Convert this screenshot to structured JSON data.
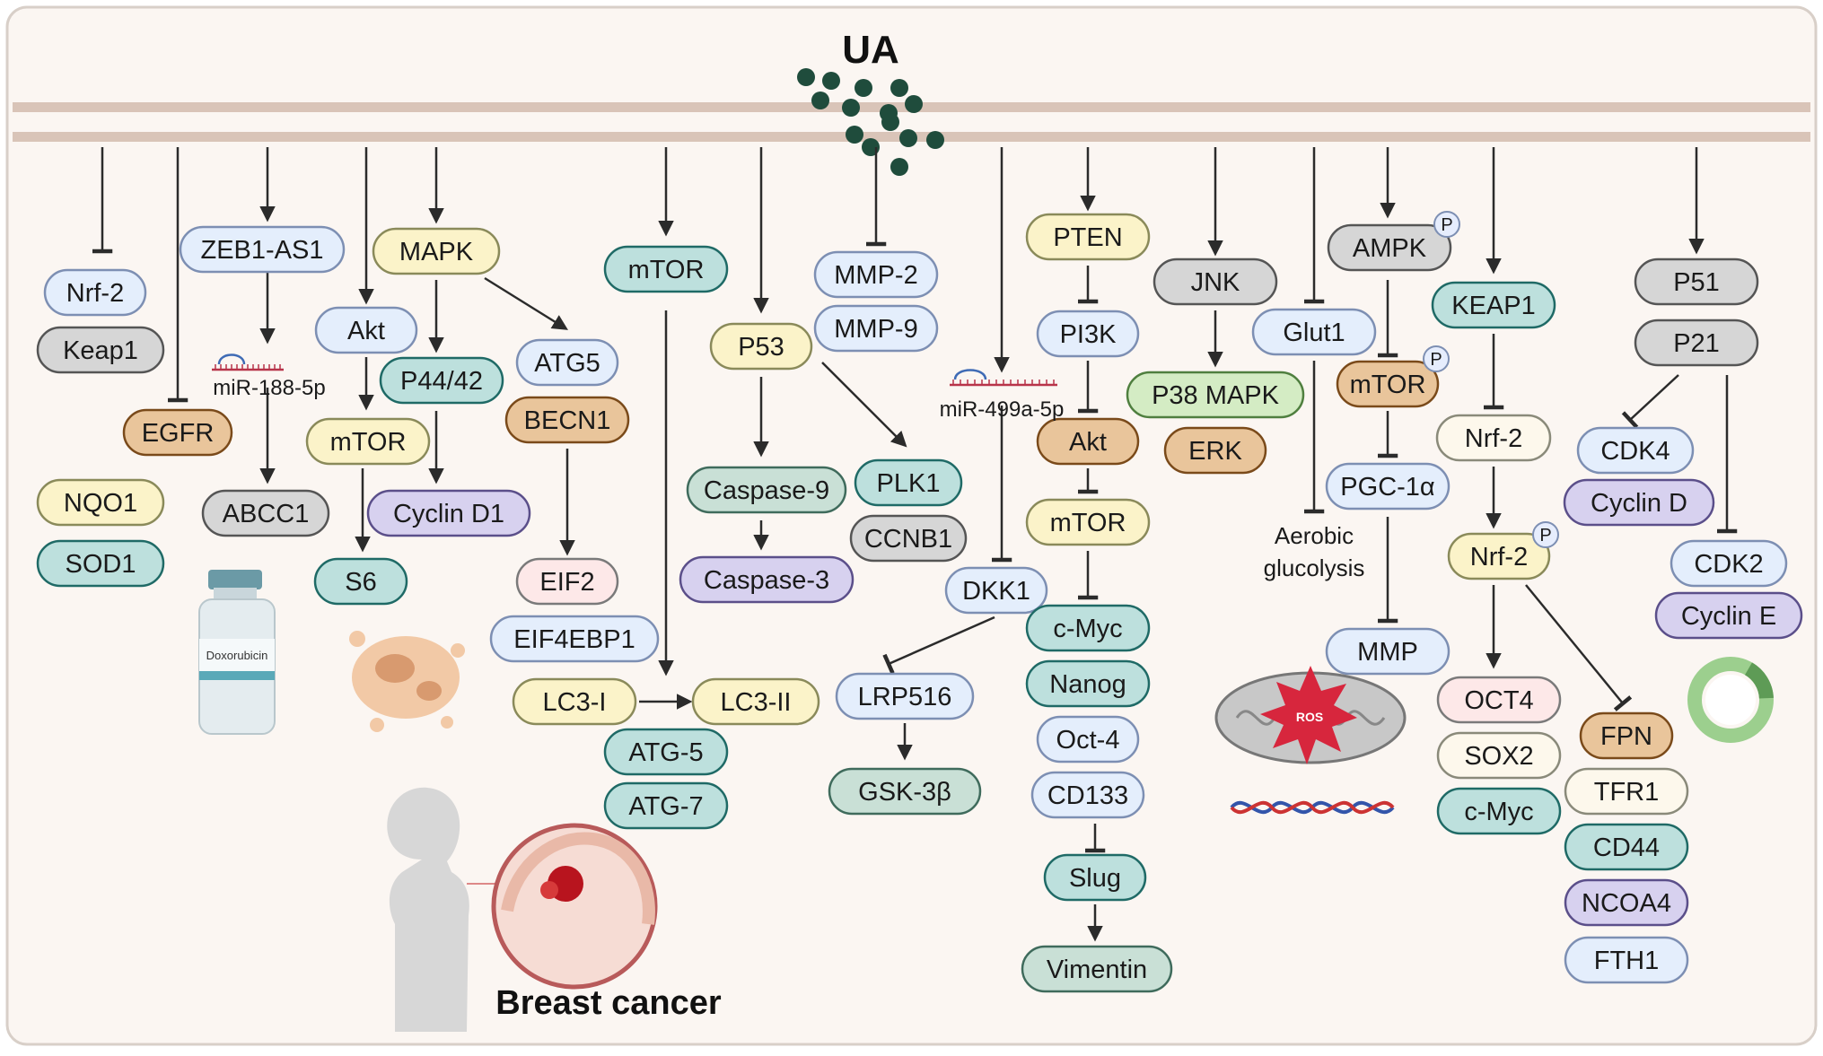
{
  "title": "UA",
  "footer_label": "Breast cancer",
  "drug_label": "Doxorubicin",
  "ros_label": "ROS",
  "colors": {
    "panel_bg": "#fbf6f2",
    "membrane": "#d9c4b8",
    "ua_dot": "#1f4c3c",
    "line": "#2b2b2b",
    "pink": "#fde8e8",
    "blue": "#e4eefc",
    "yellow": "#fbf3c9",
    "teal": "#bde0dd",
    "gray": "#d6d6d6",
    "purple": "#d7d1ef",
    "orange": "#e9c59b",
    "green": "#d4ecc4",
    "sage": "#c9e0d6",
    "white": "#fdf8ec",
    "phos": "#e6edfd"
  },
  "nodes": [
    {
      "id": "nrf2a",
      "label": "Nrf-2",
      "style": "blue"
    },
    {
      "id": "keap1a",
      "label": "Keap1",
      "style": "gray"
    },
    {
      "id": "nqo1",
      "label": "NQO1",
      "style": "yellow"
    },
    {
      "id": "sod1",
      "label": "SOD1",
      "style": "teal"
    },
    {
      "id": "egfr",
      "label": "EGFR",
      "style": "orange"
    },
    {
      "id": "zeb1",
      "label": "ZEB1-AS1",
      "style": "blue"
    },
    {
      "id": "abcc1",
      "label": "ABCC1",
      "style": "gray"
    },
    {
      "id": "akt1",
      "label": "Akt",
      "style": "blue"
    },
    {
      "id": "mtor1",
      "label": "mTOR",
      "style": "yellow"
    },
    {
      "id": "s6",
      "label": "S6",
      "style": "teal"
    },
    {
      "id": "mapk",
      "label": "MAPK",
      "style": "yellow"
    },
    {
      "id": "p4442",
      "label": "P44/42",
      "style": "teal"
    },
    {
      "id": "cyclind1",
      "label": "Cyclin D1",
      "style": "purple"
    },
    {
      "id": "atg5a",
      "label": "ATG5",
      "style": "blue"
    },
    {
      "id": "becn1",
      "label": "BECN1",
      "style": "orange"
    },
    {
      "id": "eif2",
      "label": "EIF2",
      "style": "pink"
    },
    {
      "id": "eif4ebp1",
      "label": "EIF4EBP1",
      "style": "blue"
    },
    {
      "id": "lc3i",
      "label": "LC3-I",
      "style": "yellow"
    },
    {
      "id": "lc3ii",
      "label": "LC3-II",
      "style": "yellow"
    },
    {
      "id": "atg5b",
      "label": "ATG-5",
      "style": "teal"
    },
    {
      "id": "atg7",
      "label": "ATG-7",
      "style": "teal"
    },
    {
      "id": "mtor2",
      "label": "mTOR",
      "style": "teal"
    },
    {
      "id": "p53",
      "label": "P53",
      "style": "yellow"
    },
    {
      "id": "casp9",
      "label": "Caspase-9",
      "style": "sage"
    },
    {
      "id": "casp3",
      "label": "Caspase-3",
      "style": "purple"
    },
    {
      "id": "plk1",
      "label": "PLK1",
      "style": "teal"
    },
    {
      "id": "ccnb1",
      "label": "CCNB1",
      "style": "gray"
    },
    {
      "id": "mmp2",
      "label": "MMP-2",
      "style": "blue"
    },
    {
      "id": "mmp9",
      "label": "MMP-9",
      "style": "blue"
    },
    {
      "id": "dkk1",
      "label": "DKK1",
      "style": "blue"
    },
    {
      "id": "lrp516",
      "label": "LRP516",
      "style": "blue"
    },
    {
      "id": "gsk3b",
      "label": "GSK-3β",
      "style": "sage"
    },
    {
      "id": "pten",
      "label": "PTEN",
      "style": "yellow"
    },
    {
      "id": "pi3k",
      "label": "PI3K",
      "style": "blue"
    },
    {
      "id": "akt2",
      "label": "Akt",
      "style": "orange"
    },
    {
      "id": "mtor3",
      "label": "mTOR",
      "style": "yellow"
    },
    {
      "id": "cmyc1",
      "label": "c-Myc",
      "style": "teal"
    },
    {
      "id": "nanog",
      "label": "Nanog",
      "style": "teal"
    },
    {
      "id": "oct4a",
      "label": "Oct-4",
      "style": "blue"
    },
    {
      "id": "cd133",
      "label": "CD133",
      "style": "blue"
    },
    {
      "id": "slug",
      "label": "Slug",
      "style": "teal"
    },
    {
      "id": "vimentin",
      "label": "Vimentin",
      "style": "sage"
    },
    {
      "id": "jnk",
      "label": "JNK",
      "style": "gray"
    },
    {
      "id": "p38",
      "label": "P38 MAPK",
      "style": "green"
    },
    {
      "id": "erk",
      "label": "ERK",
      "style": "orange"
    },
    {
      "id": "glut1",
      "label": "Glut1",
      "style": "blue"
    },
    {
      "id": "ampk",
      "label": "AMPK",
      "style": "gray"
    },
    {
      "id": "mtor4",
      "label": "mTOR",
      "style": "orange"
    },
    {
      "id": "pgc1a",
      "label": "PGC-1α",
      "style": "blue"
    },
    {
      "id": "mmp",
      "label": "MMP",
      "style": "blue"
    },
    {
      "id": "keap1b",
      "label": "KEAP1",
      "style": "teal"
    },
    {
      "id": "nrf2b",
      "label": "Nrf-2",
      "style": "white"
    },
    {
      "id": "nrf2c",
      "label": "Nrf-2",
      "style": "yellow"
    },
    {
      "id": "oct4b",
      "label": "OCT4",
      "style": "pink"
    },
    {
      "id": "sox2",
      "label": "SOX2",
      "style": "white"
    },
    {
      "id": "cmyc2",
      "label": "c-Myc",
      "style": "teal"
    },
    {
      "id": "fpn",
      "label": "FPN",
      "style": "orange"
    },
    {
      "id": "tfr1",
      "label": "TFR1",
      "style": "white"
    },
    {
      "id": "cd44",
      "label": "CD44",
      "style": "teal"
    },
    {
      "id": "ncoa4",
      "label": "NCOA4",
      "style": "purple"
    },
    {
      "id": "fth1",
      "label": "FTH1",
      "style": "blue"
    },
    {
      "id": "p51",
      "label": "P51",
      "style": "gray"
    },
    {
      "id": "p21",
      "label": "P21",
      "style": "gray"
    },
    {
      "id": "cdk4",
      "label": "CDK4",
      "style": "blue"
    },
    {
      "id": "cyclind",
      "label": "Cyclin D",
      "style": "purple"
    },
    {
      "id": "cdk2",
      "label": "CDK2",
      "style": "blue"
    },
    {
      "id": "cycline",
      "label": "Cyclin E",
      "style": "purple"
    }
  ],
  "phospho_tags": [
    {
      "id": "ampk_p",
      "label": "P"
    },
    {
      "id": "mtor4_p",
      "label": "P"
    },
    {
      "id": "nrf2c_p",
      "label": "P"
    }
  ],
  "text_labels": [
    {
      "id": "mir188",
      "label": "miR-188-5p"
    },
    {
      "id": "mir499",
      "label": "miR-499a-5p"
    },
    {
      "id": "aerobic1",
      "label": "Aerobic"
    },
    {
      "id": "aerobic2",
      "label": "glucolysis"
    }
  ]
}
